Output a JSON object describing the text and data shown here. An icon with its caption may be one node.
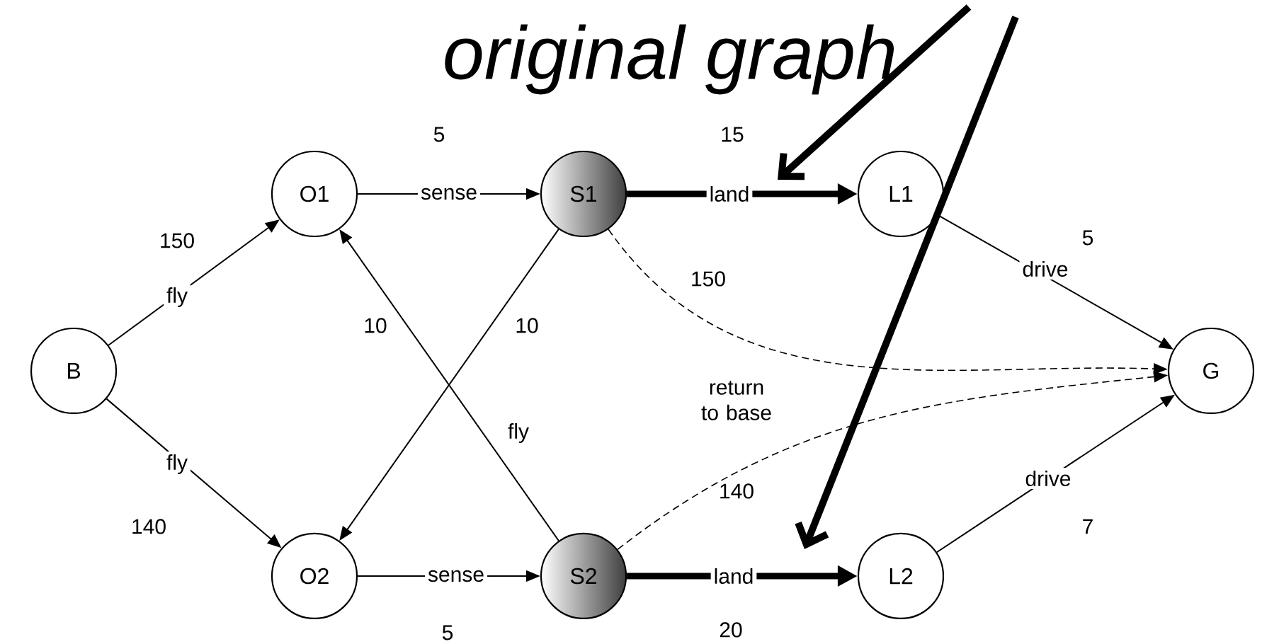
{
  "diagram": {
    "title": "original graph",
    "nodes": [
      {
        "text": [
          "B"
        ]
      },
      {
        "text": [
          "O1"
        ]
      },
      {
        "text": [
          "S1"
        ]
      },
      {
        "text": [
          "L1"
        ]
      },
      {
        "text": [
          "G"
        ]
      },
      {
        "text": [
          "O2"
        ]
      },
      {
        "text": [
          "S2"
        ]
      },
      {
        "text": [
          "L2"
        ]
      }
    ],
    "edges": [
      {
        "from": 0,
        "to": 1,
        "arrow": "to",
        "label": "fly"
      },
      {
        "from": 0,
        "to": 5,
        "arrow": "to",
        "label": "fly"
      },
      {
        "from": 1,
        "to": 2,
        "arrow": "to",
        "label": "sense"
      },
      {
        "from": 5,
        "to": 6,
        "arrow": "to",
        "label": "sense"
      },
      {
        "from": 2,
        "to": 5,
        "arrow": "to"
      },
      {
        "from": 6,
        "to": 1,
        "arrow": "to",
        "label": "fly"
      },
      {
        "from": 2,
        "to": 3,
        "arrow": "to",
        "label": "land",
        "style": "thick"
      },
      {
        "from": 6,
        "to": 7,
        "arrow": "to",
        "label": "land",
        "style": "thick"
      },
      {
        "from": 3,
        "to": 4,
        "arrow": "to",
        "label": "drive"
      },
      {
        "from": 7,
        "to": 4,
        "arrow": "to",
        "label": "drive"
      },
      {
        "from": 2,
        "to": 4,
        "arrow": "to",
        "label": "return to base",
        "style": "dashed"
      },
      {
        "from": 6,
        "to": 4,
        "arrow": "to",
        "style": "dashed"
      }
    ],
    "labels": [
      "5",
      "15",
      "150",
      "5",
      "150",
      "10",
      "10",
      "140",
      "140",
      "7",
      "5",
      "20"
    ]
  }
}
